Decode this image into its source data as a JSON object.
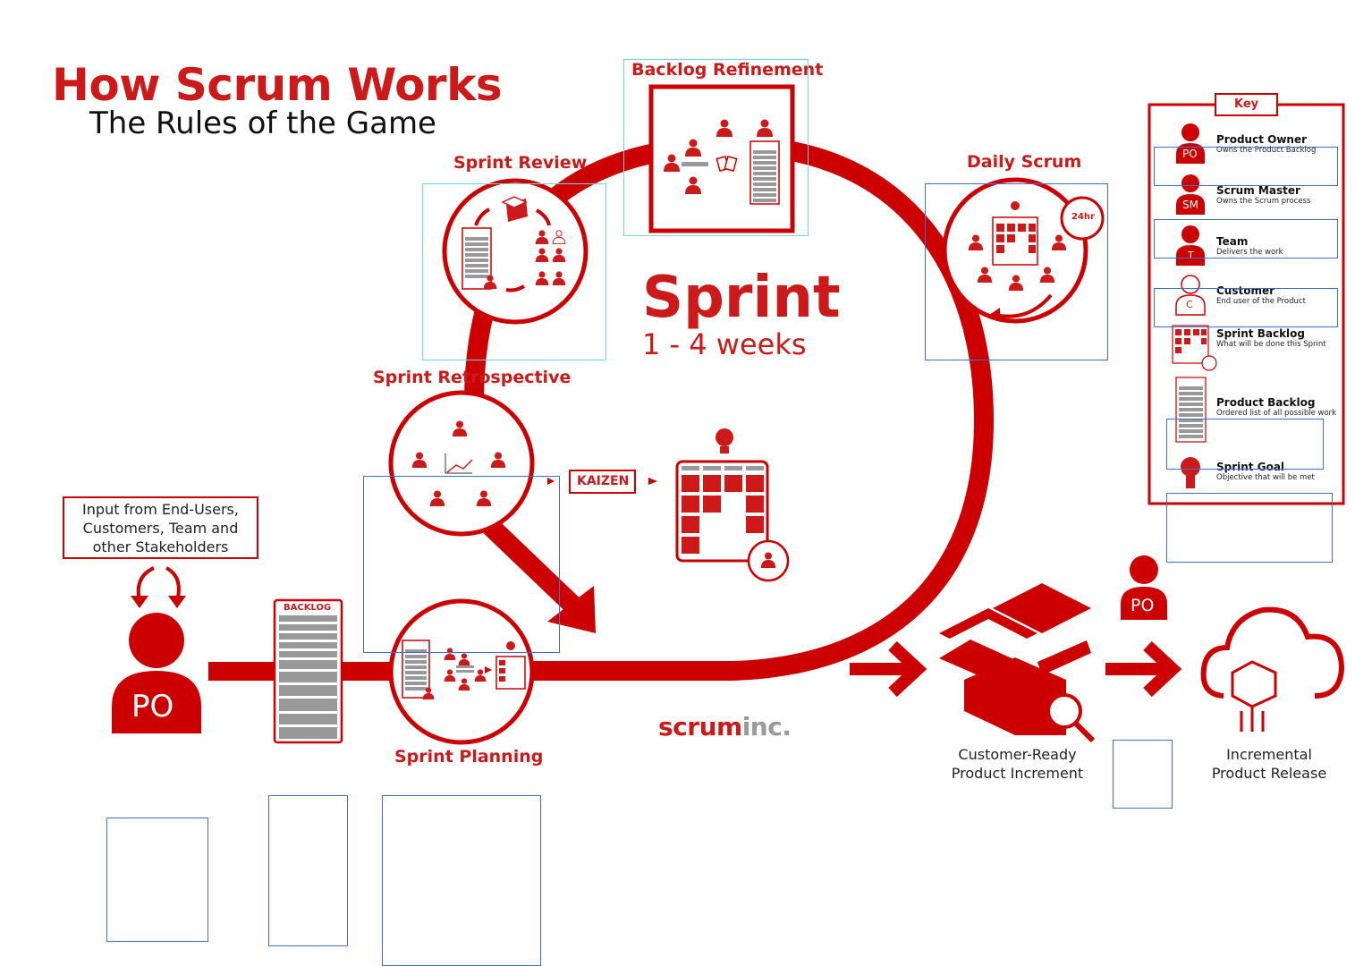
{
  "title": "How Scrum Works",
  "subtitle": "The Rules of the Game",
  "sprint": {
    "label": "Sprint",
    "duration": "1 - 4 weeks"
  },
  "events": {
    "backlog_refinement": "Backlog Refinement",
    "sprint_review": "Sprint Review",
    "daily_scrum": "Daily Scrum",
    "sprint_retrospective": "Sprint Retrospective",
    "sprint_planning": "Sprint Planning"
  },
  "input_box": [
    "Input from End-Users,",
    "Customers, Team and",
    "other Stakeholders"
  ],
  "kaizen": "KAIZEN",
  "daily_timer": "24hr",
  "backlog_word": "BACKLOG",
  "roles": {
    "po": "PO",
    "sm": "SM",
    "team": "T",
    "customer": "C"
  },
  "increment_label": [
    "Customer-Ready",
    "Product Increment"
  ],
  "release_label": [
    "Incremental",
    "Product Release"
  ],
  "brand": {
    "part1": "scrum",
    "part2": "inc."
  },
  "key": {
    "title": "Key",
    "items": [
      {
        "name": "Product Owner",
        "desc": "Owns the Product Backlog",
        "icon": "product-owner-icon"
      },
      {
        "name": "Scrum Master",
        "desc": "Owns the Scrum process",
        "icon": "scrum-master-icon"
      },
      {
        "name": "Team",
        "desc": "Delivers the work",
        "icon": "team-member-icon"
      },
      {
        "name": "Customer",
        "desc": "End user of the Product",
        "icon": "customer-icon"
      },
      {
        "name": "Sprint Backlog",
        "desc": "What will be done this Sprint",
        "icon": "sprint-backlog-icon"
      },
      {
        "name": "Product Backlog",
        "desc": "Ordered list of all possible work",
        "icon": "product-backlog-icon"
      },
      {
        "name": "Sprint Goal",
        "desc": "Objective that will be met",
        "icon": "sprint-goal-icon"
      }
    ]
  },
  "colors": {
    "accent": "#cc1a1a",
    "grey": "#9a9a9a",
    "overlay_blue": "#3d6fd0",
    "overlay_cyan": "#6fd8e0"
  }
}
